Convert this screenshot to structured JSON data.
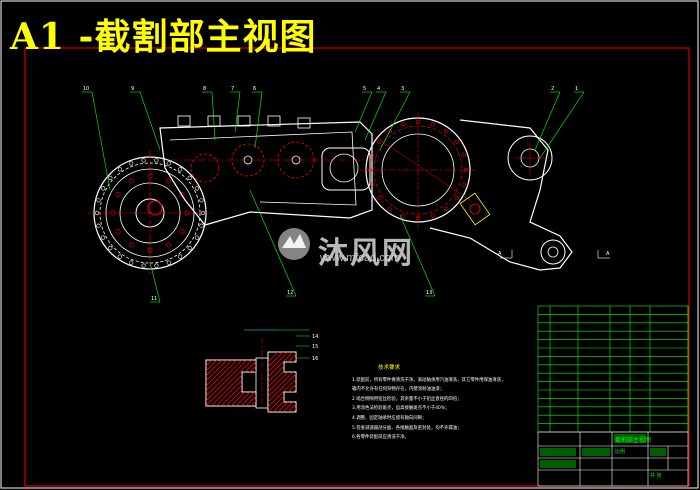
{
  "title": "A1 -截割部主视图",
  "watermark": {
    "text": "沐风网",
    "url": "www.mfcad.com"
  },
  "colors": {
    "background": "#000000",
    "title": "#ffff00",
    "outline": "#ffffff",
    "center_line": "#ff0000",
    "leader": "#00ff00",
    "hatch": "#ff0000",
    "dimension": "#00ffff",
    "table": "#00ff00"
  },
  "balloons": {
    "top": [
      "9",
      "8",
      "7",
      "6",
      "5",
      "4",
      "3",
      "2",
      "1"
    ],
    "left": [
      "10"
    ],
    "bottom": [
      "11",
      "12",
      "13"
    ]
  },
  "section_marks": [
    "A",
    "A"
  ],
  "detail_callouts": [
    "14",
    "15",
    "16"
  ],
  "tech_notes": {
    "title": "技术要求",
    "items": [
      "1.装配前，所有零件要清洗干净，滚动轴承用汽油清洗，其它零件用煤油清洗，",
      "   箱内不允许有任何杂物存在，内壁涂耐油油漆；",
      "2.啮合侧隙用铅丝检验，其余量不小于铅丝直径的四倍；",
      "3.用涂色法检验斑点，齿高接触斑点不小于40%；",
      "4.调整、固定轴承时应留有轴向间隙；",
      "5.检查减速器剖分面、各接触面及密封处，均不许漏油；",
      "6.各零件装配前应清洗干净。"
    ]
  },
  "title_block": {
    "drawing_name": "截割部主视图",
    "scale_label": "比例",
    "sheet_label": "共 张"
  }
}
